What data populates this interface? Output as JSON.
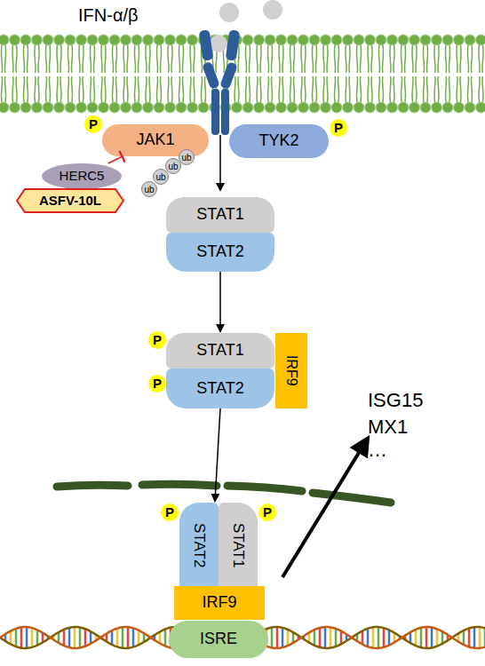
{
  "diagram": {
    "nodes": [
      {
        "text": [
          "JAK1"
        ]
      },
      {
        "text": [
          "P"
        ]
      },
      {
        "text": [
          "TYK2"
        ]
      },
      {
        "text": [
          "P"
        ]
      },
      {
        "text": [
          "HERC5"
        ]
      },
      {
        "text": [
          "ASFV-10L"
        ]
      },
      {
        "text": [
          "ub"
        ]
      },
      {
        "text": [
          "ub"
        ]
      },
      {
        "text": [
          "ub"
        ]
      },
      {
        "text": [
          "ub"
        ]
      },
      {
        "text": [
          "STAT1"
        ]
      },
      {
        "text": [
          "STAT2"
        ]
      },
      {
        "text": [
          "P"
        ]
      },
      {
        "text": [
          "P"
        ]
      },
      {
        "text": [
          "STAT1"
        ]
      },
      {
        "text": [
          "STAT2"
        ]
      },
      {
        "text": [
          "IRF9"
        ]
      },
      {
        "text": [
          "P"
        ]
      },
      {
        "text": [
          "P"
        ]
      },
      {
        "text": [
          "STAT2"
        ]
      },
      {
        "text": [
          "STAT1"
        ]
      },
      {
        "text": [
          "IRF9"
        ]
      },
      {
        "text": [
          "ISRE"
        ]
      }
    ],
    "edges": [
      {
        "from": 4,
        "to": 0,
        "arrow": "to"
      },
      {
        "from": 11,
        "to": 14,
        "arrow": "to"
      },
      {
        "from": 15,
        "to": 19,
        "arrow": "to"
      }
    ],
    "labels": [
      "IFN-α/β",
      "ISG15",
      "MX1",
      "…"
    ]
  }
}
